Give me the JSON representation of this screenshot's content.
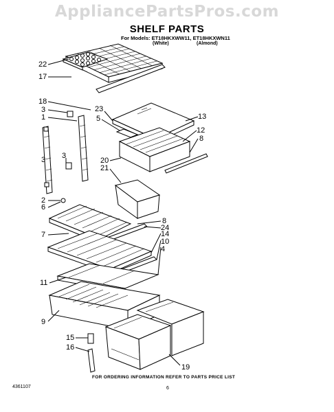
{
  "watermark": "AppliancePartsPros.com",
  "title": "SHELF PARTS",
  "models_line": "For Models: ET18HKXWW11, ET18HKXWN11",
  "variants": [
    "(White)",
    "(Almond)"
  ],
  "footer": "FOR ORDERING INFORMATION REFER TO PARTS PRICE LIST",
  "doc_number": "4361107",
  "page_number": "6",
  "callouts": {
    "c22": "22",
    "c17": "17",
    "c18": "18",
    "c3a": "3",
    "c1": "1",
    "c23": "23",
    "c5": "5",
    "c13": "13",
    "c12": "12",
    "c8a": "8",
    "c3b": "3",
    "c3c": "3",
    "c20": "20",
    "c21": "21",
    "c2": "2",
    "c6": "6",
    "c8b": "8",
    "c24": "24",
    "c7": "7",
    "c14": "14",
    "c10": "10",
    "c4": "4",
    "c11": "11",
    "c9": "9",
    "c15": "15",
    "c16": "16",
    "c19": "19"
  }
}
